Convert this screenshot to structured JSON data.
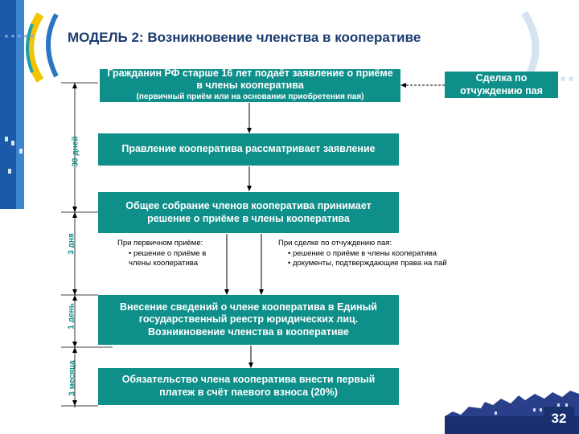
{
  "title_prefix": "МОДЕЛЬ 2:",
  "title_rest": "Возникновение членства в кооперативе",
  "boxes": {
    "step1_main": "Гражданин РФ старше 16 лет подаёт заявление о приёме в члены кооператива",
    "step1_sub": "(первичный приём или на основании приобретения пая)",
    "side": "Сделка по отчуждению пая",
    "step2": "Правление кооператива рассматривает заявление",
    "step3": "Общее собрание членов кооператива принимает решение о приёме в члены кооператива",
    "step4": "Внесение сведений о члене кооператива в Единый государственный реестр юридических лиц. Возникновение членства в кооперативе",
    "step5": "Обязательство члена кооператива внести первый платеж в счёт паевого взноса (20%)"
  },
  "notes": {
    "left_heading": "При первичном приёме:",
    "left_items": [
      "• решение о приёме в члены кооператива"
    ],
    "right_heading": "При сделке по отчуждению пая:",
    "right_items": [
      "• решение о приёме в члены кооператива",
      "• документы, подтверждающие права на пай"
    ]
  },
  "timeline": {
    "t1": "30 дней",
    "t2": "3 дня",
    "t3": "1 день",
    "t4": "3 месяца"
  },
  "page_number": "32",
  "colors": {
    "box": "#0f8f8a",
    "title": "#1a3b6e",
    "accent_yellow": "#f2c500",
    "dark_blue": "#1a2f6e"
  }
}
